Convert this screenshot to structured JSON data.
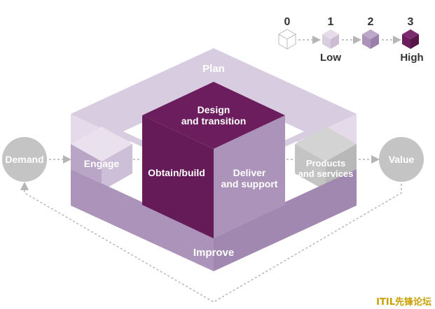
{
  "legend": {
    "levels": [
      {
        "number": "0",
        "label": ""
      },
      {
        "number": "1",
        "label": "Low"
      },
      {
        "number": "2",
        "label": ""
      },
      {
        "number": "3",
        "label": "High"
      }
    ]
  },
  "nodes": {
    "demand": "Demand",
    "value": "Value"
  },
  "frame": {
    "plan": "Plan",
    "improve": "Improve"
  },
  "activities": {
    "engage": "Engage",
    "design_line1": "Design",
    "design_line2": "and transition",
    "obtain": "Obtain/build",
    "deliver_line1": "Deliver",
    "deliver_line2": "and support",
    "products_line1": "Products",
    "products_line2": "and services"
  },
  "watermark": "ITIL先锋论坛",
  "colors": {
    "level0": "#ffffff",
    "level1": "#d9cde0",
    "level2": "#ab93b9",
    "level3": "#6b1d5e",
    "grey": "#c4c4c4",
    "arrow": "#b5b5b5"
  }
}
